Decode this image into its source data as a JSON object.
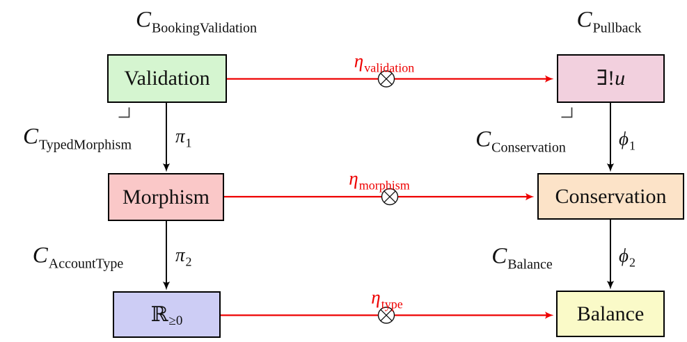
{
  "figure": {
    "background": "#ffffff",
    "category_labels": {
      "booking_validation": {
        "main": "C",
        "sub": "BookingValidation"
      },
      "pullback": {
        "main": "C",
        "sub": "Pullback"
      },
      "typed_morphism": {
        "main": "C",
        "sub": "TypedMorphism"
      },
      "conservation": {
        "main": "C",
        "sub": "Conservation"
      },
      "account_type": {
        "main": "C",
        "sub": "AccountType"
      },
      "balance": {
        "main": "C",
        "sub": "Balance"
      }
    },
    "nodes": {
      "validation": {
        "label": "Validation",
        "fill": "#d5f5d0"
      },
      "pullback_object": {
        "prefix": "∃!",
        "variable": "u",
        "fill": "#f2d0de"
      },
      "morphism": {
        "label": "Morphism",
        "fill": "#fac8c8"
      },
      "conservation": {
        "label": "Conservation",
        "fill": "#fce3c8"
      },
      "nonneg_reals": {
        "main": "ℝ",
        "sub": "≥0",
        "fill": "#cdcdf5"
      },
      "balance": {
        "label": "Balance",
        "fill": "#fafac8"
      }
    },
    "morphism_labels": {
      "pi1": {
        "main": "π",
        "sub": "1"
      },
      "pi2": {
        "main": "π",
        "sub": "2"
      },
      "phi1": {
        "main": "ϕ",
        "sub": "1"
      },
      "phi2": {
        "main": "ϕ",
        "sub": "2"
      },
      "eta_validation": {
        "main": "η",
        "sub": "validation"
      },
      "eta_morphism": {
        "main": "η",
        "sub": "morphism"
      },
      "eta_type": {
        "main": "η",
        "sub": "type"
      }
    },
    "colors": {
      "functor_arrow": "#ee0000",
      "projection_arrow": "#000000",
      "box_border": "#000000",
      "corner_mark": "#3c3c3c"
    },
    "icons": {
      "tensor": "circled-times",
      "pullback_corner": "corner-mark"
    }
  }
}
